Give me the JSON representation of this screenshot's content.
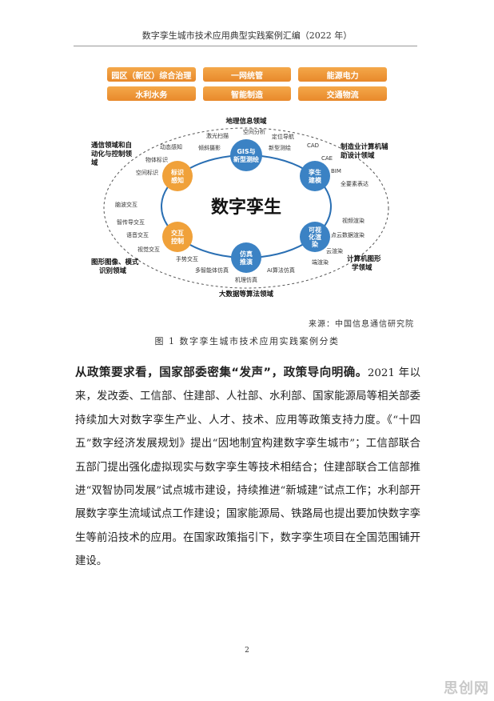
{
  "header": {
    "title": "数字孪生城市技术应用典型实践案例汇编（2022 年）"
  },
  "categories": [
    "园区（新区）综合治理",
    "一网统管",
    "能源电力",
    "水利水务",
    "智能制造",
    "交通物流"
  ],
  "diagram": {
    "center": "数字孪生",
    "nodes": [
      "GIS与新型测绘",
      "孪生建模",
      "可视化渲染",
      "仿真推演",
      "交互控制",
      "标识感知"
    ],
    "domains": [
      "地理信息领域",
      "制造业计算机辅助设计领域",
      "计算机图形学领域",
      "大数据等算法领域",
      "图形图像、模式识别领域",
      "通信领域和自动化与控制领域"
    ],
    "labels": [
      "空间分析",
      "定位导航",
      "激光扫描",
      "倾斜摄影",
      "新型测绘",
      "动态感知",
      "物体标识",
      "空间标识",
      "CAD",
      "CAE",
      "BIM",
      "全要素表达",
      "视频渲染",
      "点云数据渲染",
      "云渲染",
      "端渲染",
      "脑波交互",
      "智传导交互",
      "语音交互",
      "视觉交互",
      "手势交互",
      "多智能体仿真",
      "机理仿真",
      "AI算法仿真"
    ]
  },
  "source": "来源：中国信息通信研究院",
  "caption": "图 1  数字孪生城市技术应用实践案例分类",
  "body": {
    "lead": "从政策要求看，国家部委密集“发声”，政策导向明确。",
    "text": "2021 年以来，发改委、工信部、住建部、人社部、水利部、国家能源局等相关部委持续加大对数字孪生产业、人才、技术、应用等政策支持力度。《“十四五”数字经济发展规划》提出“因地制宜构建数字孪生城市”；工信部联合五部门提出强化虚拟现实与数字孪生等技术相结合；住建部联合工信部推进“双智协同发展”试点城市建设，持续推进“新城建”试点工作；水利部开展数字孪生流域试点工作建设；国家能源局、铁路局也提出要加快数字孪生等前沿技术的应用。在国家政策指引下，数字孪生项目在全国范围铺开建设。"
  },
  "page_number": "2",
  "watermark": "思创网",
  "colors": {
    "category": "#e8892b",
    "node_blue": "#3b82c4",
    "node_orange": "#f0a13a",
    "node_cyan": "#4fb3d9"
  }
}
